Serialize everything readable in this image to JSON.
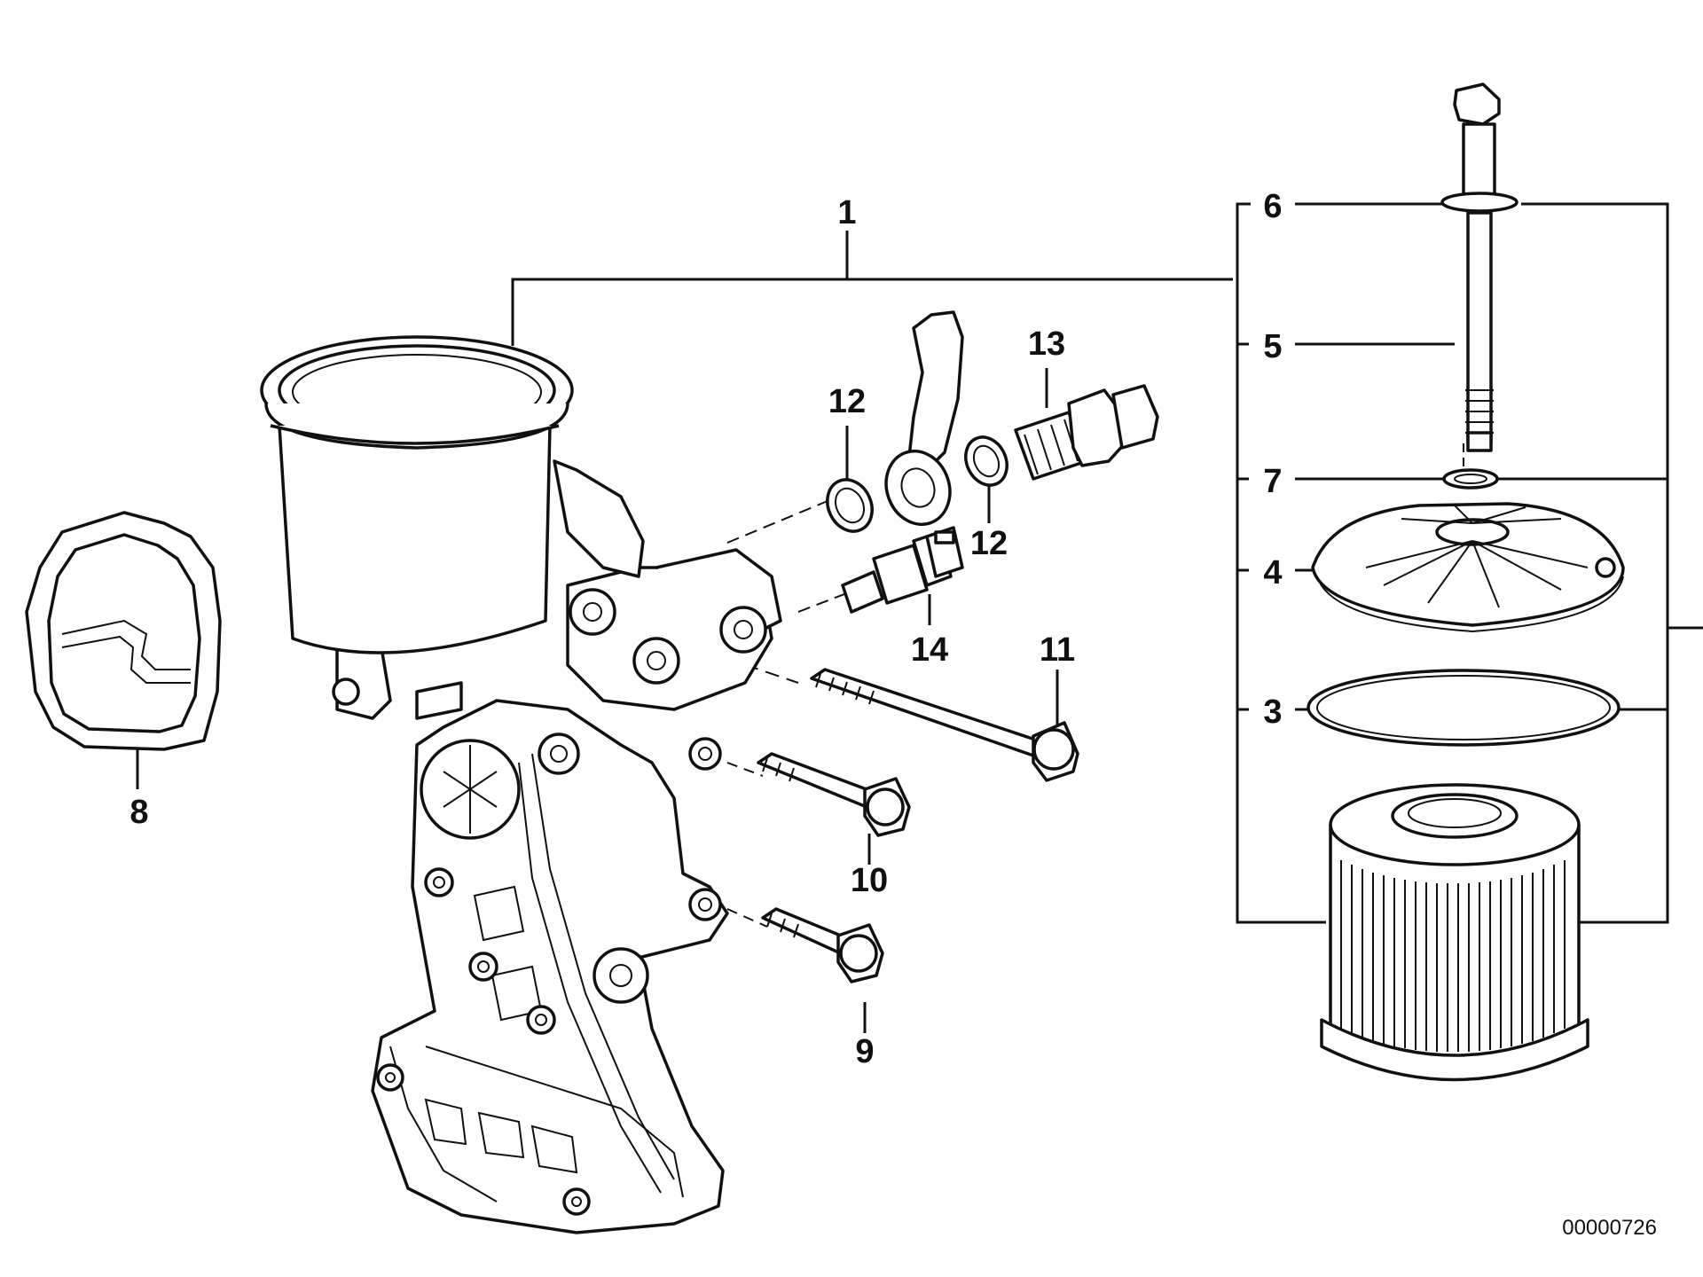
{
  "callouts": [
    {
      "id": "1",
      "label": "1"
    },
    {
      "id": "3",
      "label": "3"
    },
    {
      "id": "4",
      "label": "4"
    },
    {
      "id": "5",
      "label": "5"
    },
    {
      "id": "6",
      "label": "6"
    },
    {
      "id": "7",
      "label": "7"
    },
    {
      "id": "8",
      "label": "8"
    },
    {
      "id": "9",
      "label": "9"
    },
    {
      "id": "10",
      "label": "10"
    },
    {
      "id": "11",
      "label": "11"
    },
    {
      "id": "12a",
      "label": "12"
    },
    {
      "id": "12b",
      "label": "12"
    },
    {
      "id": "13",
      "label": "13"
    },
    {
      "id": "14",
      "label": "14"
    }
  ],
  "diagram_id": "00000726"
}
